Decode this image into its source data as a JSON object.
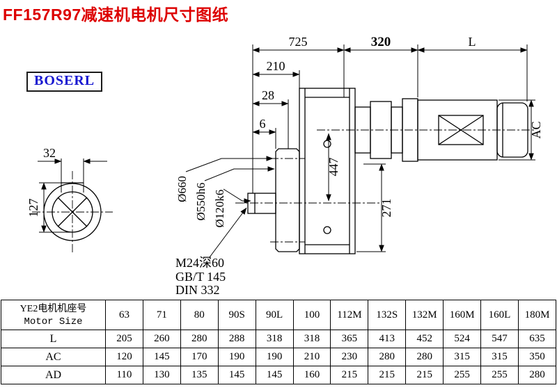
{
  "page": {
    "title": "FF157R97减速机电机尺寸图纸",
    "brand": "BOSERL"
  },
  "drawing": {
    "dim_725": "725",
    "dim_320": "320",
    "dim_L": "L",
    "dim_210": "210",
    "dim_28": "28",
    "dim_6": "6",
    "dim_447": "447",
    "dim_271": "271",
    "dim_AC": "AC",
    "dim_32": "32",
    "dim_127": "127",
    "dia_660": "Ø660",
    "dia_550": "Ø550h6",
    "dia_120": "Ø120k6",
    "thread_note": "M24深60",
    "std_note_1": "GB/T 145",
    "std_note_2": "DIN 332"
  },
  "table": {
    "header": {
      "label_cn": "YE2电机机座号",
      "label_en": "Motor Size",
      "sizes": [
        "63",
        "71",
        "80",
        "90S",
        "90L",
        "100",
        "112M",
        "132S",
        "132M",
        "160M",
        "160L",
        "180M"
      ]
    },
    "rows": [
      {
        "label": "L",
        "values": [
          "205",
          "260",
          "280",
          "288",
          "318",
          "318",
          "365",
          "413",
          "452",
          "524",
          "547",
          "635"
        ]
      },
      {
        "label": "AC",
        "values": [
          "120",
          "145",
          "170",
          "190",
          "190",
          "210",
          "230",
          "280",
          "280",
          "315",
          "315",
          "350"
        ]
      },
      {
        "label": "AD",
        "values": [
          "110",
          "130",
          "135",
          "145",
          "145",
          "160",
          "215",
          "215",
          "215",
          "255",
          "255",
          "280"
        ]
      }
    ]
  }
}
